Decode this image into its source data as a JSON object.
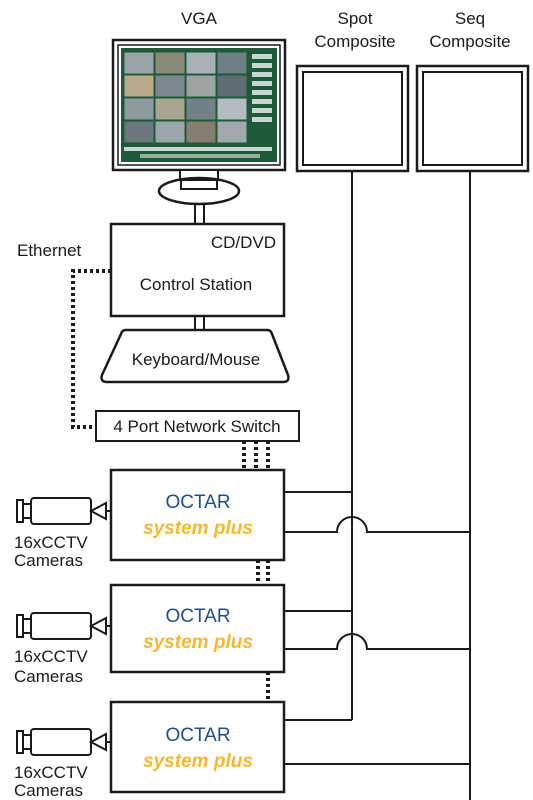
{
  "labels": {
    "vga": "VGA",
    "spot_line1": "Spot",
    "spot_line2": "Composite",
    "seq_line1": "Seq",
    "seq_line2": "Composite",
    "ethernet": "Ethernet",
    "cd_dvd": "CD/DVD",
    "control_station": "Control Station",
    "keyboard_mouse": "Keyboard/Mouse",
    "network_switch": "4 Port Network Switch"
  },
  "units": [
    {
      "brand": "OCTAR",
      "product": "system plus",
      "cameras_line1": "16xCCTV",
      "cameras_line2": "Cameras"
    },
    {
      "brand": "OCTAR",
      "product": "system plus",
      "cameras_line1": "16xCCTV",
      "cameras_line2": "Cameras"
    },
    {
      "brand": "OCTAR",
      "product": "system plus",
      "cameras_line1": "16xCCTV",
      "cameras_line2": "Cameras"
    }
  ],
  "colors": {
    "brand_blue": "#1f4e8c",
    "brand_yellow": "#f5b82e",
    "line": "#1a1a1a",
    "screen_green": "#1e5a3a"
  }
}
